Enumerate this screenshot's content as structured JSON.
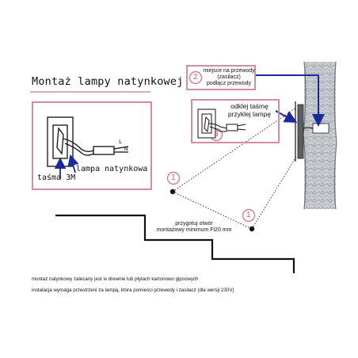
{
  "title": "Montaż lampy natynkowej",
  "left_box": {
    "label_tape": "taśma 3M",
    "label_lamp": "lampa natynkowa",
    "wire_L": "L",
    "wire_N": "N"
  },
  "step2": {
    "number": "2",
    "line1": "miejsce na przewody",
    "line2": "(zasilacz)",
    "line3": "podłącz przewody"
  },
  "step3": {
    "number": "3",
    "line1": "odklej taśmę",
    "line2": "przyklej lampę"
  },
  "step1": {
    "number": "1",
    "line1": "przygotuj otwór",
    "line2": "montażowy minimum Fi20 mm"
  },
  "notes": {
    "line1": "montaż natynkowy zalecany jest w drewnie lub płytach kartonowo gipsowych",
    "line2": "instalacja wymaga przestrzeni za lampą, która pomieści przewody i zasilacz (dla wersji 230V)"
  },
  "colors": {
    "frame": "#d58ca0",
    "arrow": "#1a2a9c",
    "badge": "#d27a96",
    "line": "#111111"
  }
}
